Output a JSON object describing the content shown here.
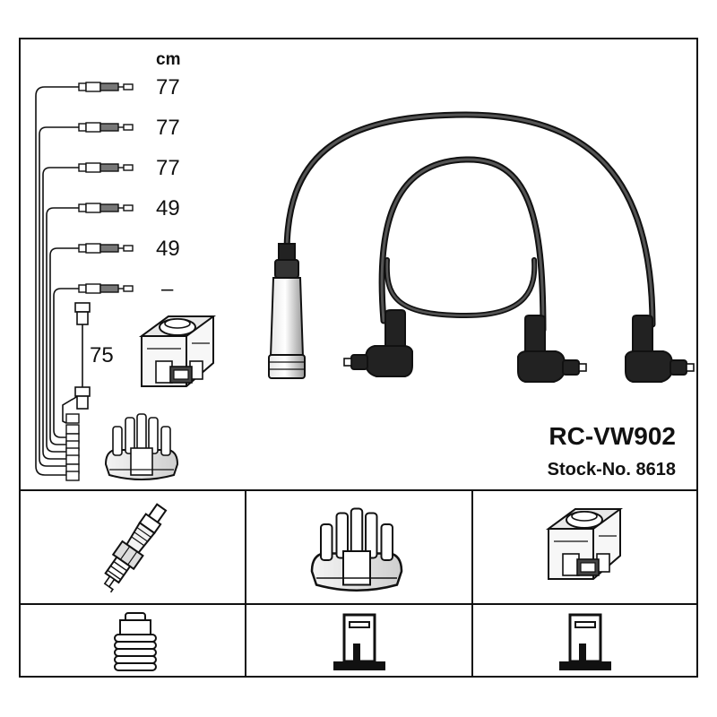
{
  "kit": {
    "model": "RC-VW902",
    "stock_number": "Stock-No. 8618"
  },
  "lengths": {
    "unit": "cm",
    "leads": [
      "77",
      "77",
      "77",
      "49",
      "49",
      "–"
    ],
    "coil_lead": "75"
  },
  "colors": {
    "line": "#111111",
    "background": "#ffffff",
    "boot_gray": "#bdbdbd"
  },
  "icons": {
    "spark_plug": "spark-plug-icon",
    "distributor_cap": "distributor-cap-icon",
    "ignition_coil": "ignition-coil-icon",
    "plug_connector": "plug-connector-icon",
    "cap_connector": "cap-connector-icon",
    "coil_connector": "coil-connector-icon"
  }
}
